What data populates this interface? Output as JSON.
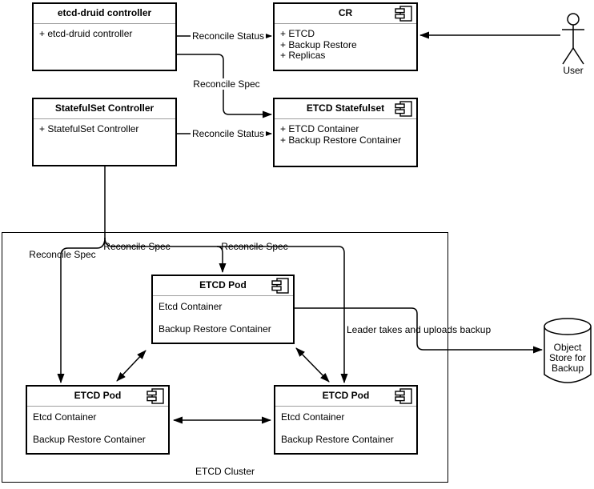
{
  "diagram": {
    "colors": {
      "stroke": "#000000",
      "background": "#ffffff",
      "title_separator": "#9e9e9e"
    },
    "icons": {
      "component": "uml-component-icon",
      "actor": "user-actor-icon",
      "datastore": "database-cylinder-icon"
    },
    "boxes": {
      "etcd_druid": {
        "title": "etcd-druid controller",
        "lines": [
          "+ etcd-druid controller"
        ]
      },
      "cr": {
        "title": "CR",
        "lines": [
          "+ ETCD",
          "+ Backup Restore",
          "+ Replicas"
        ]
      },
      "statefulset_controller": {
        "title": "StatefulSet Controller",
        "lines": [
          "+ StatefulSet Controller"
        ]
      },
      "etcd_statefulset": {
        "title": "ETCD Statefulset",
        "lines": [
          "+ ETCD Container",
          "+ Backup Restore Container"
        ]
      },
      "pod_top": {
        "title": "ETCD Pod",
        "lines": [
          "Etcd Container",
          "Backup Restore Container"
        ]
      },
      "pod_left": {
        "title": "ETCD Pod",
        "lines": [
          "Etcd Container",
          "Backup Restore Container"
        ]
      },
      "pod_right": {
        "title": "ETCD Pod",
        "lines": [
          "Etcd Container",
          "Backup Restore Container"
        ]
      }
    },
    "cluster": {
      "label": "ETCD Cluster"
    },
    "actor": {
      "label": "User"
    },
    "datastore": {
      "lines": [
        "Object",
        "Store for",
        "Backup"
      ]
    },
    "edge_labels": {
      "reconcile_status_top": "Reconcile Status",
      "reconcile_spec_top": "Reconcile Spec",
      "reconcile_status_mid": "Reconcile Status",
      "reconcile_spec_left": "Reconcile Spec",
      "reconcile_spec_center": "Reconcile Spec",
      "reconcile_spec_right": "Reconcile Spec",
      "leader_backup": "Leader takes and uploads backup"
    }
  }
}
